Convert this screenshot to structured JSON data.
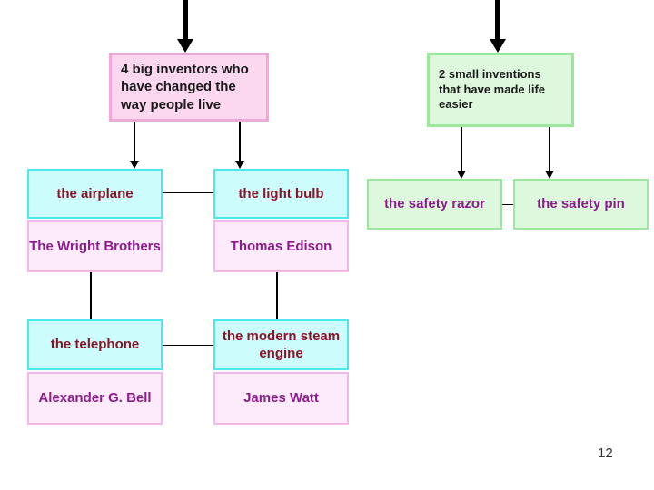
{
  "slide": {
    "page_number": "12",
    "colors": {
      "header_pink_bg": "#fbd7f0",
      "header_pink_border": "#f0a8d8",
      "header_green_bg": "#ddf8dd",
      "header_green_border": "#9be79b",
      "invention_cyan_bg": "#ccfcfc",
      "invention_cyan_border": "#4de8ee",
      "invention_cyan_text": "#8a1425",
      "inventor_pink_bg": "#fdebfb",
      "inventor_pink_border": "#f3b9e6",
      "inventor_pink_text": "#8c1c8c",
      "small_invention_text": "#8c1c8c",
      "connector": "#000000"
    }
  },
  "headers": {
    "big_inventors": "4 big inventors who have changed the way people live",
    "small_inventions": "2 small inventions that have made life easier"
  },
  "inventions": {
    "airplane": "the airplane",
    "light_bulb": "the light bulb",
    "telephone": "the telephone",
    "steam_engine": "the modern steam engine",
    "safety_razor": "the safety razor",
    "safety_pin": "the safety pin"
  },
  "inventors": {
    "wright_brothers": "The Wright Brothers",
    "thomas_edison": "Thomas Edison",
    "alexander_bell": "Alexander G. Bell",
    "james_watt": "James Watt"
  }
}
